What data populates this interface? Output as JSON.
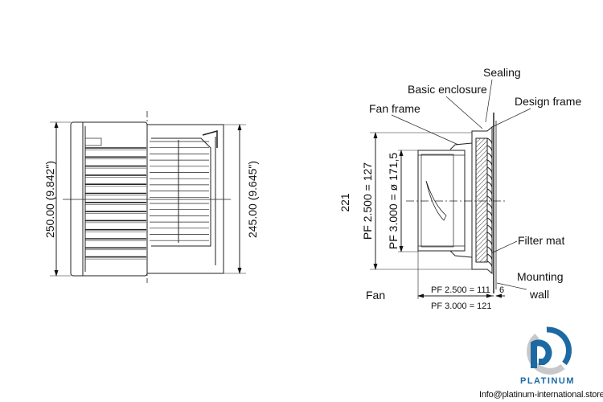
{
  "front_view": {
    "height_outer": "250.00 (9.842\")",
    "height_inner": "245.00 (9.645\")"
  },
  "side_view": {
    "labels": {
      "sealing": "Sealing",
      "basic_enclosure": "Basic enclosure",
      "design_frame": "Design frame",
      "fan_frame": "Fan frame",
      "filter_mat": "Filter mat",
      "mounting_wall_1": "Mounting",
      "mounting_wall_2": "wall",
      "fan": "Fan"
    },
    "dims": {
      "overall": "221",
      "pf2500_height": "PF 2.500 = 127",
      "pf3000_diameter": "PF 3.000 = ø 171,5",
      "pf2500_depth": "PF 2.500 = 111",
      "pf3000_depth": "PF 3.000 = 121",
      "wall": "6"
    }
  },
  "watermark": {
    "brand": "PLATINUM",
    "email": "Info@platinum-international.store",
    "colors": {
      "blue": "#1c6aa3",
      "grey": "#c8c8c8"
    }
  }
}
